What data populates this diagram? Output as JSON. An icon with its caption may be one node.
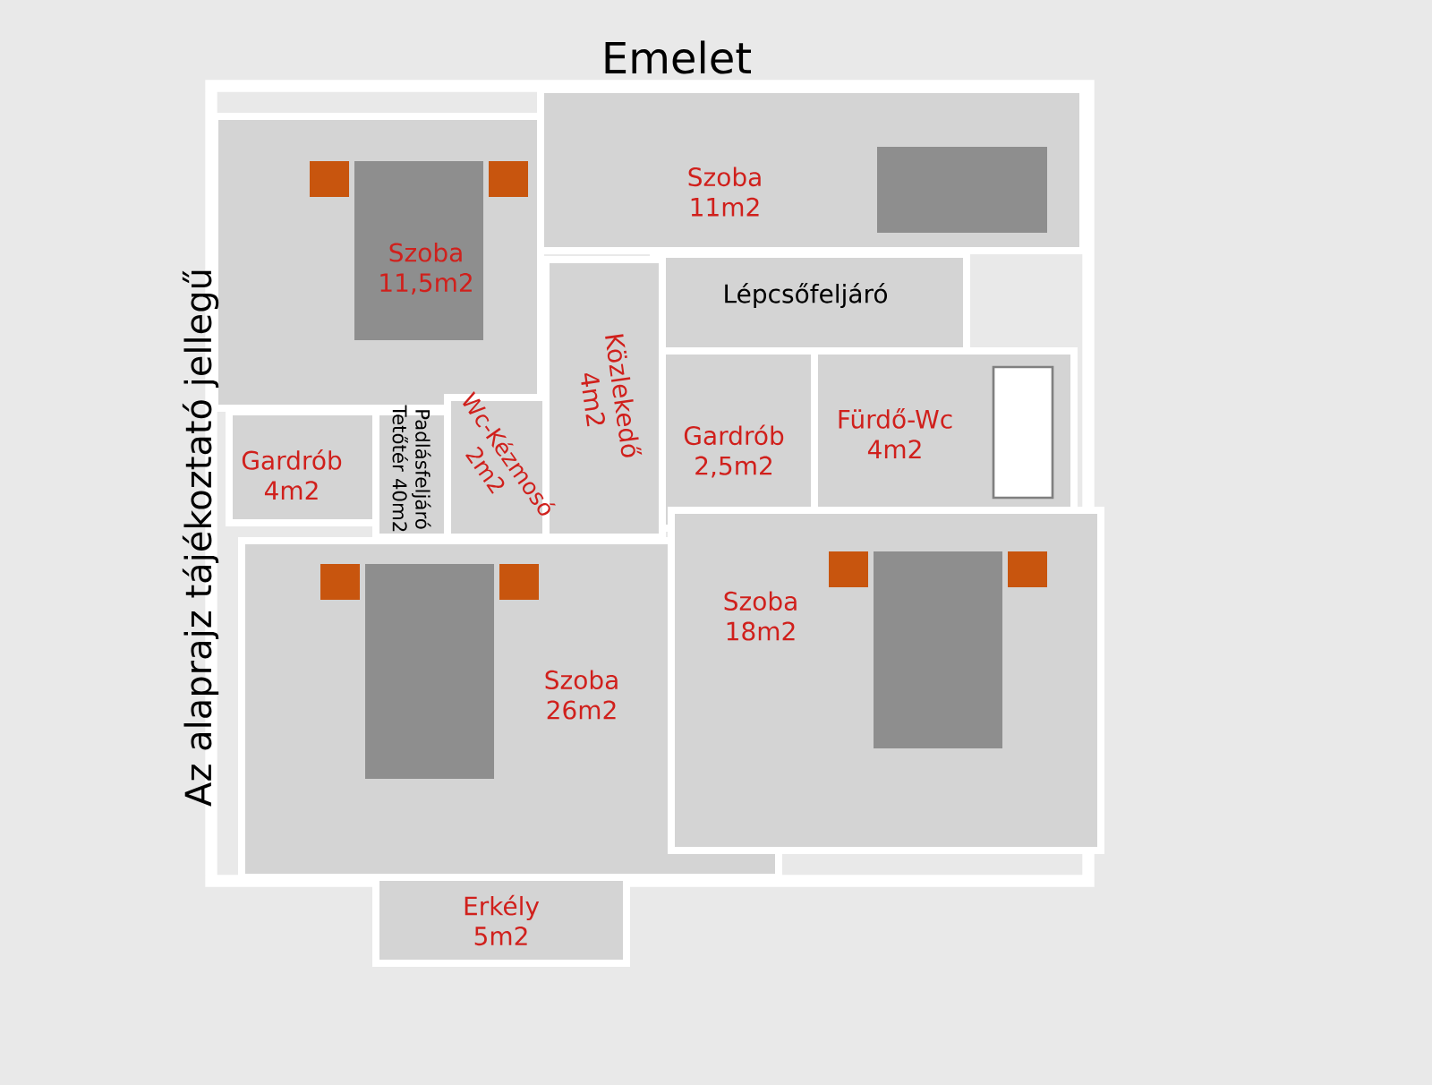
{
  "diagram": {
    "title": "Emelet",
    "nodes": [
      {
        "text": [
          "Szoba 11,5m2"
        ]
      },
      {
        "text": [
          "Szoba 11m2"
        ]
      },
      {
        "text": [
          "Lépcsőfeljáró"
        ]
      },
      {
        "text": [
          "Közlekedő 4m2"
        ]
      },
      {
        "text": [
          "Gardrób 4m2"
        ]
      },
      {
        "text": [
          "Padlásfeljáró Tetőtér 40m2"
        ]
      },
      {
        "text": [
          "Wc-Kézmosó 2m2"
        ]
      },
      {
        "text": [
          "Gardrób 2,5m2"
        ]
      },
      {
        "text": [
          "Fürdő-Wc 4m2"
        ]
      },
      {
        "text": [
          "Szoba 26m2"
        ]
      },
      {
        "text": [
          "Szoba 18m2"
        ]
      },
      {
        "text": [
          "Erkély 5m2"
        ]
      }
    ],
    "edges": [],
    "labels": [
      "Az alaprajz tájékoztató jellegű"
    ]
  }
}
